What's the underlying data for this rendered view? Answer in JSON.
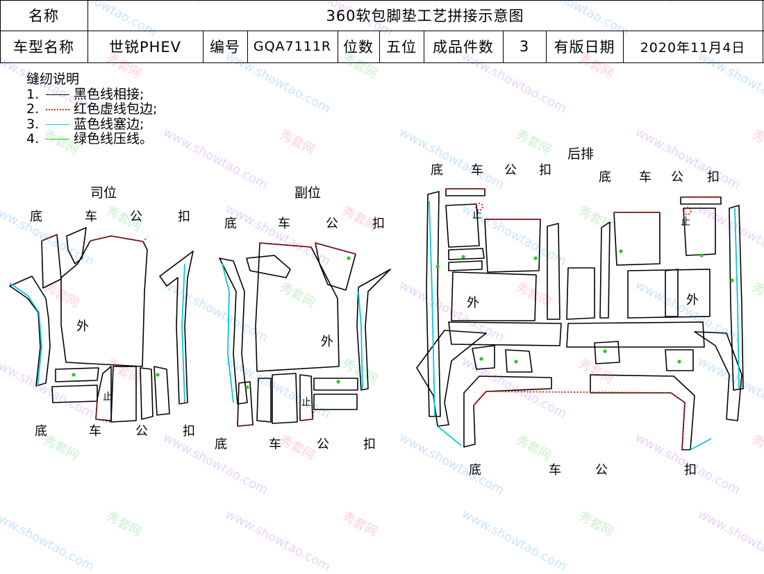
{
  "header": {
    "name_label": "名称",
    "title": "360软包脚垫工艺拼接示意图",
    "model_label": "车型名称",
    "model_value": "世锐PHEV",
    "code_label": "编号",
    "code_value": "GQA7111R",
    "seats_label": "位数",
    "seats_value": "五位",
    "pieces_label": "成品件数",
    "pieces_value": "3",
    "date_label": "有版日期",
    "date_value": "2020年11月4日"
  },
  "legend": {
    "title": "缝纫说明",
    "items": [
      {
        "num": "1.",
        "text": "黑色线相接;",
        "color": "#000000",
        "style": "solid"
      },
      {
        "num": "2.",
        "text": "红色虚线包边;",
        "color": "#e0201c",
        "style": "dotted"
      },
      {
        "num": "3.",
        "text": "蓝色线塞边;",
        "color": "#00c8e8",
        "style": "solid"
      },
      {
        "num": "4.",
        "text": "绿色线压线。",
        "color": "#22cc22",
        "style": "solid"
      }
    ]
  },
  "sections": {
    "driver": "司位",
    "passenger": "副位",
    "rear": "后排"
  },
  "orientation": {
    "bottom": "底",
    "car": "车",
    "male": "公",
    "buckle": "扣"
  },
  "piece_labels": {
    "outer": "外",
    "stop": "止"
  },
  "watermark": {
    "brand": "秀套网",
    "site": "www.showtao.com",
    "colors": [
      "#ff4fa0",
      "#3aa0ff",
      "#3fc94a",
      "#b060ff"
    ]
  },
  "colors": {
    "black_line": "#000000",
    "red_dotted": "#e0201c",
    "blue_edge": "#00c8e8",
    "green_dot": "#22cc22"
  }
}
